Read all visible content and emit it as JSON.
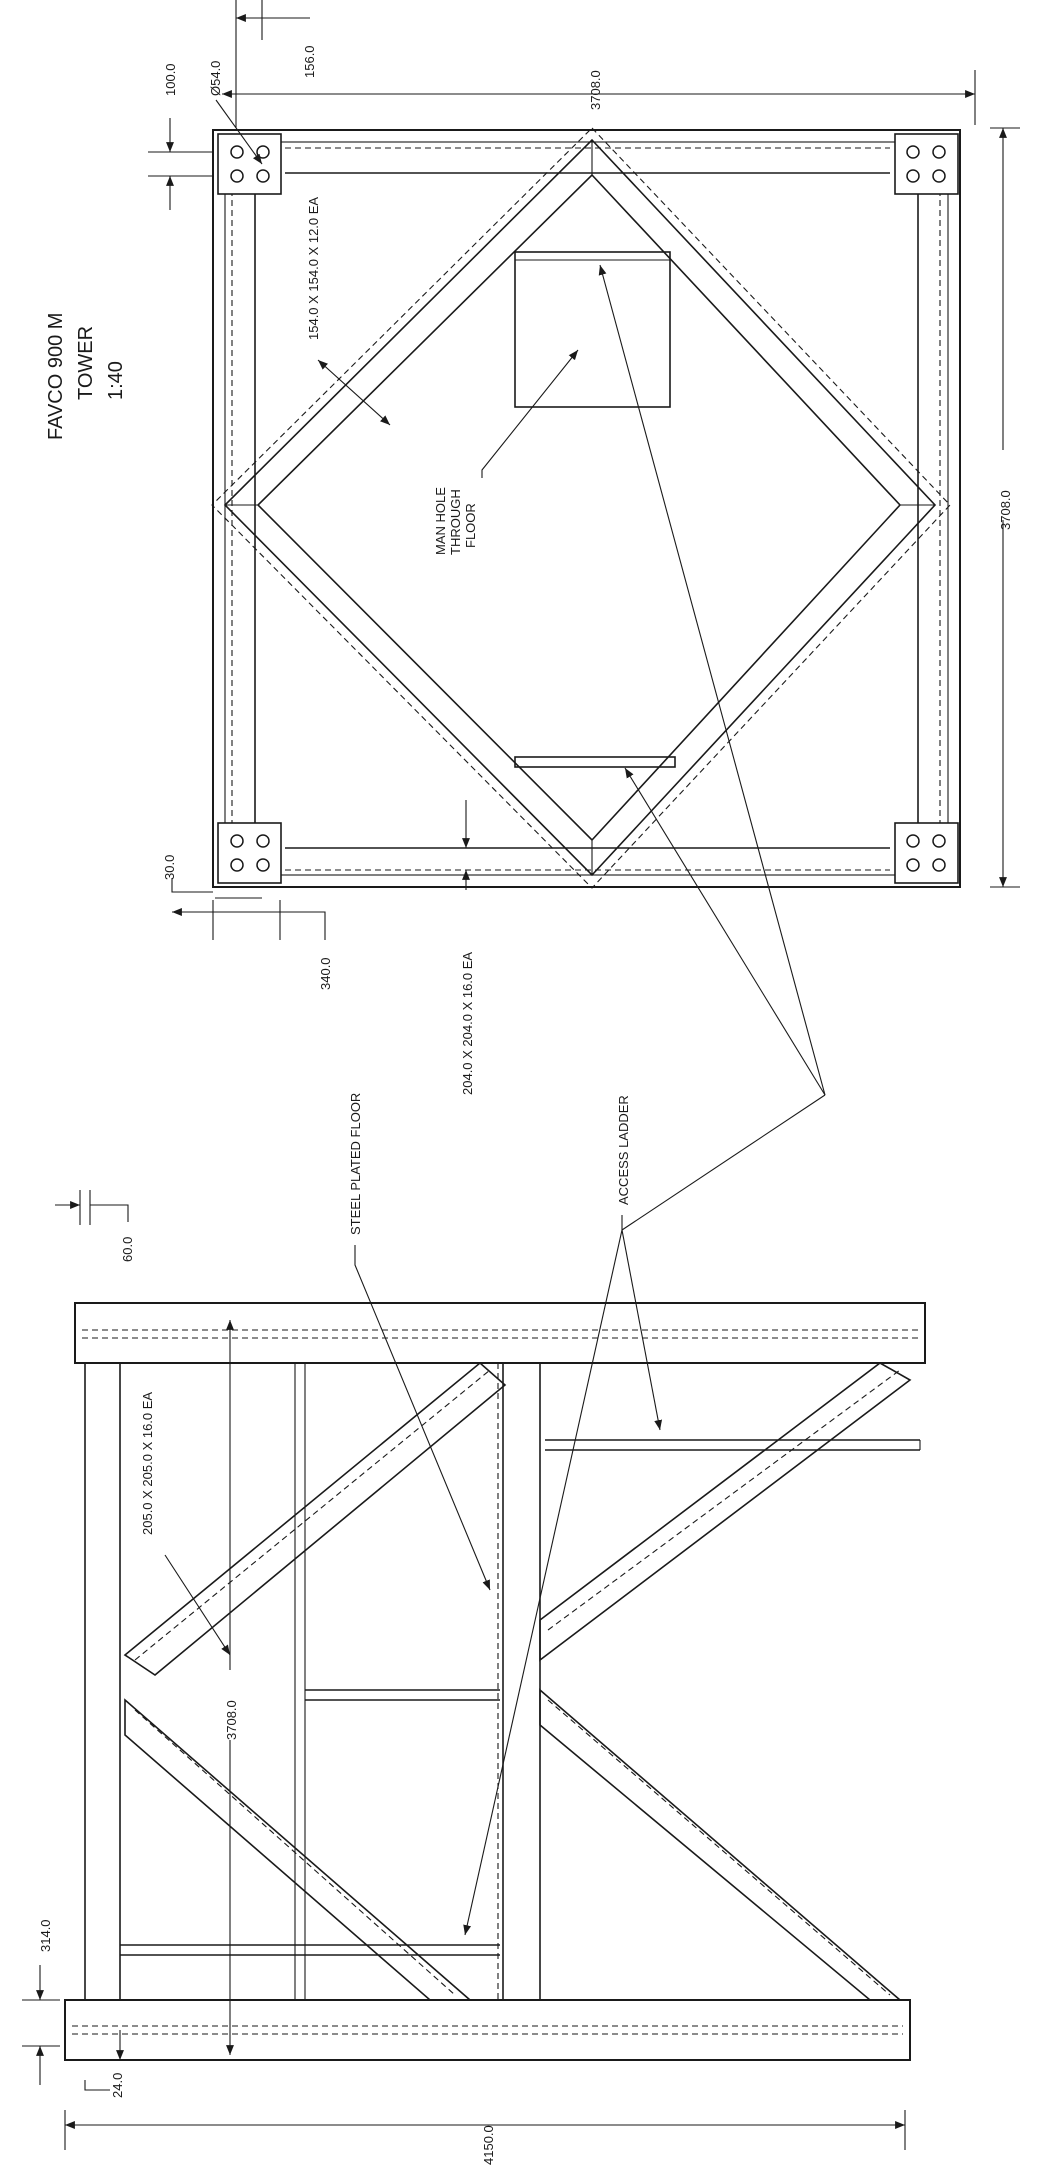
{
  "title": {
    "line1": "FAVCO 900 M",
    "line2": "TOWER",
    "line3": "1:40"
  },
  "plan_view": {
    "dims": {
      "bolt_dia": "Ø54.0",
      "edge_100": "100.0",
      "offset_156": "156.0",
      "width_top": "3708.0",
      "width_side": "3708.0",
      "edge_30": "30.0",
      "offset_340": "340.0"
    },
    "labels": {
      "diagonal_section": "154.0 X 154.0 X 12.0 EA",
      "manhole_1": "MAN HOLE",
      "manhole_2": "THROUGH",
      "manhole_3": "FLOOR",
      "perimeter_section": "204.0 X 204.0 X 16.0 EA"
    }
  },
  "elevation_view": {
    "dims": {
      "edge_60": "60.0",
      "height_3708": "3708.0",
      "offset_314": "314.0",
      "edge_24": "24.0",
      "length_4150": "4150.0"
    },
    "labels": {
      "floor": "STEEL PLATED FLOOR",
      "ladder": "ACCESS LADDER",
      "chord_section": "205.0 X 205.0 X 16.0 EA"
    }
  }
}
